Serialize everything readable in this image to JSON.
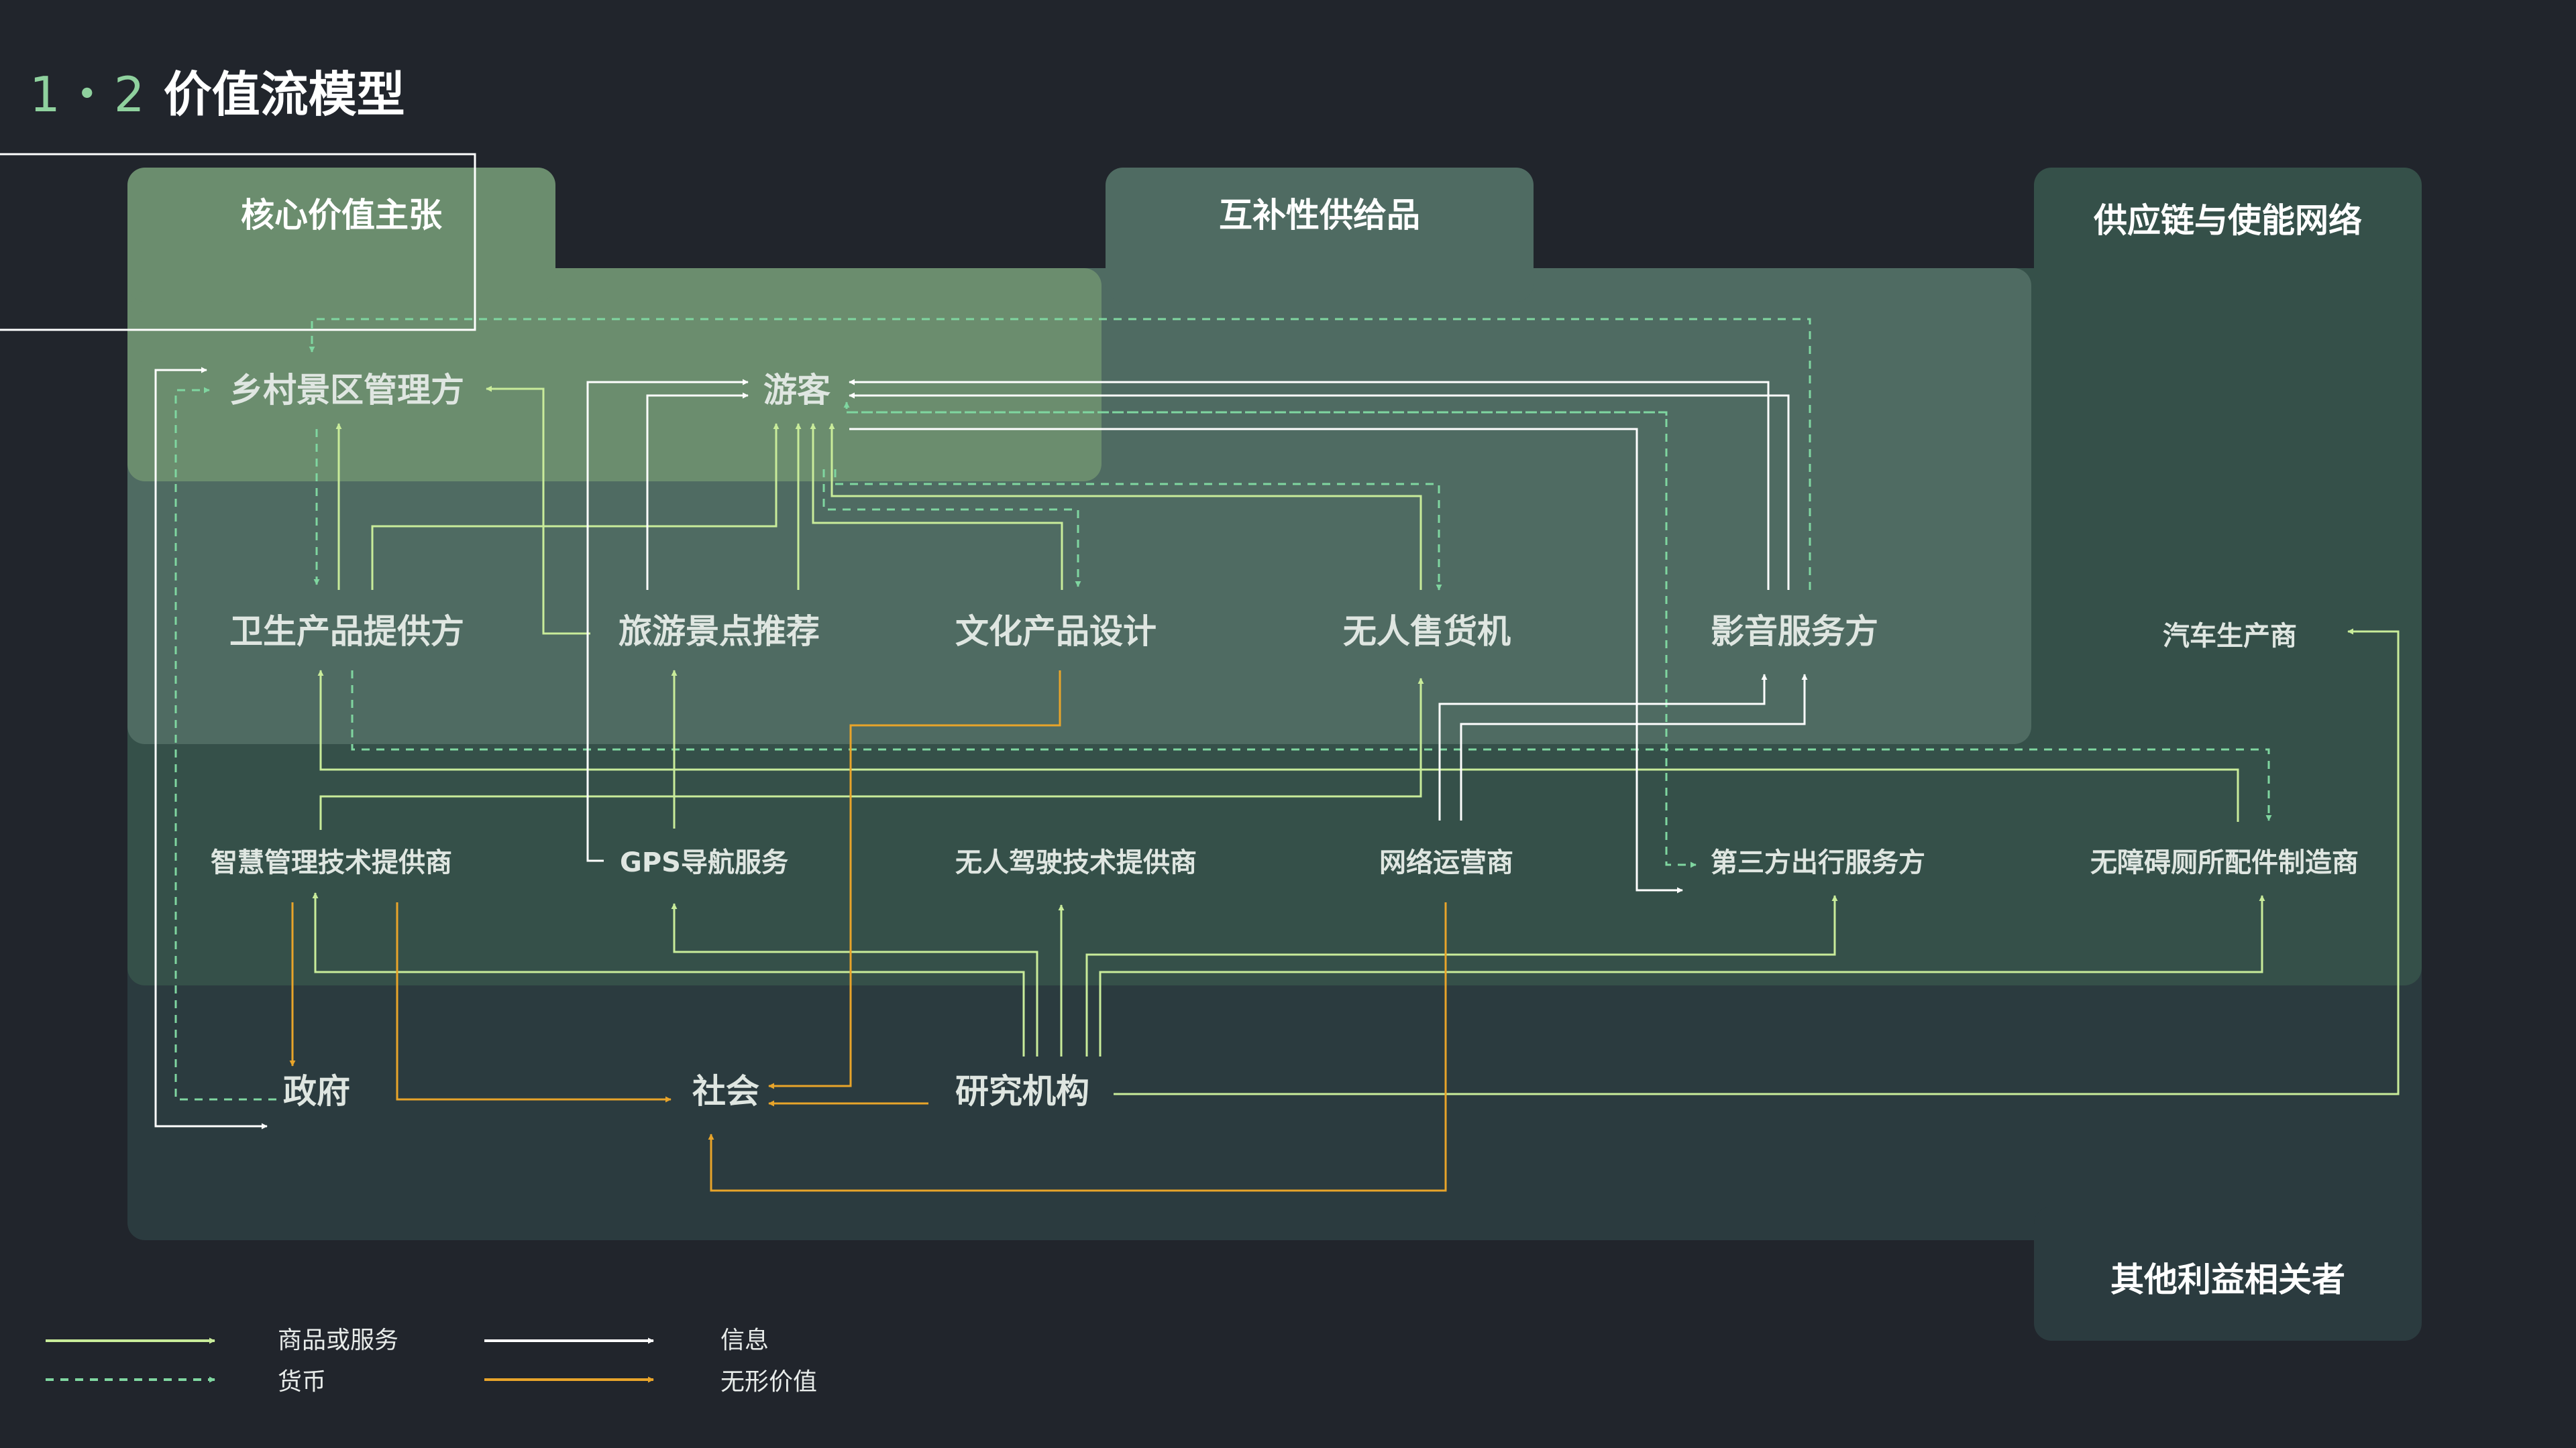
{
  "title": {
    "number": "1・2",
    "text": "价值流模型"
  },
  "colors": {
    "background": "#21252c",
    "core_region": "#6b8d6e",
    "complement_region": "#4f6b62",
    "supply_region": "#355049",
    "other_region": "#2b3b3f",
    "goods_services": "#c9ec9a",
    "currency": "#7fd6a0",
    "information": "#ffffff",
    "intangible_value": "#e8a42a"
  },
  "groups": {
    "core": "核心价值主张",
    "complementary": "互补性供给品",
    "supply_chain": "供应链与使能网络",
    "others": "其他利益相关者"
  },
  "nodes": {
    "rural_scenic": "乡村景区管理方",
    "tourist": "游客",
    "sanitary_supplier": "卫生产品提供方",
    "route_recommend": "旅游景点推荐",
    "cultural_design": "文化产品设计",
    "vending_machine": "无人售货机",
    "av_service": "影音服务方",
    "car_maker": "汽车生产商",
    "smart_tech": "智慧管理技术提供商",
    "gps": "GPS导航服务",
    "autonomous": "无人驾驶技术提供商",
    "network_operator": "网络运营商",
    "third_party_travel": "第三方出行服务方",
    "accessible_parts": "无障碍厕所配件制造商",
    "government": "政府",
    "society": "社会",
    "research": "研究机构"
  },
  "legend": {
    "goods_services": "商品或服务",
    "currency": "货币",
    "information": "信息",
    "intangible_value": "无形价值"
  },
  "icons": [
    "arrow-head-icon"
  ]
}
